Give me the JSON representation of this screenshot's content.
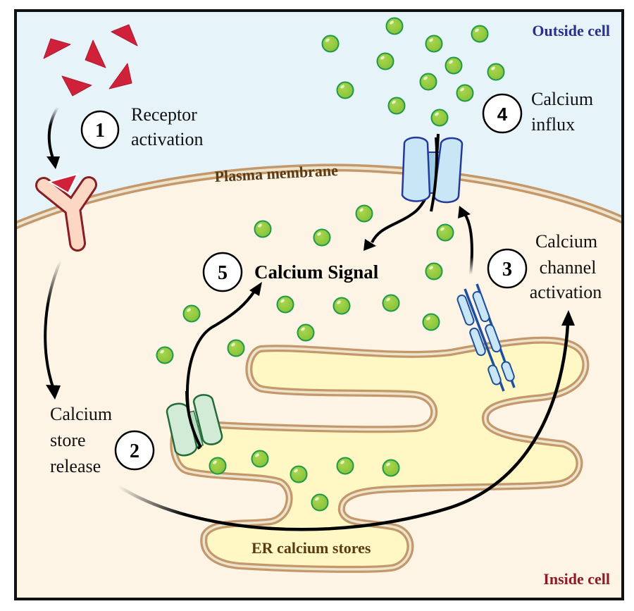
{
  "title": "Calcium signaling pathway",
  "colors": {
    "outside_bg": "#e6f4fa",
    "inside_bg": "#fdf4e6",
    "membrane": "#c4986a",
    "membrane_inner": "#ece4cc",
    "er_fill": "#fff7c4",
    "calcium_ion": "#8dc63f",
    "calcium_ion_edge": "#1f9a48",
    "ligand": "#d0213a",
    "receptor_fill": "#fcd8c4",
    "receptor_edge": "#8a1c24",
    "channel_blue_fill": "#c9e6f6",
    "channel_blue_edge": "#243a9a",
    "channel_green_fill": "#d2ebd6",
    "channel_green_edge": "#236b3a",
    "outside_label": "#2b2f8f",
    "inside_label": "#8e1b26",
    "brown_label": "#5a3a12"
  },
  "regions": {
    "outside": "Outside cell",
    "inside": "Inside cell",
    "plasma_membrane": "Plasma membrane",
    "er": "ER calcium stores"
  },
  "steps": [
    {
      "number": "1",
      "lines": [
        "Receptor",
        "activation"
      ]
    },
    {
      "number": "2",
      "lines": [
        "Calcium",
        "store",
        "release"
      ]
    },
    {
      "number": "3",
      "lines": [
        "Calcium",
        "channel",
        "activation"
      ]
    },
    {
      "number": "4",
      "lines": [
        "Calcium",
        "influx"
      ]
    },
    {
      "number": "5",
      "lines": [
        "Calcium Signal"
      ]
    }
  ],
  "counts": {
    "ligands_free": 5,
    "calcium_outside": 12,
    "calcium_cytoplasm": 13,
    "calcium_er": 6
  }
}
